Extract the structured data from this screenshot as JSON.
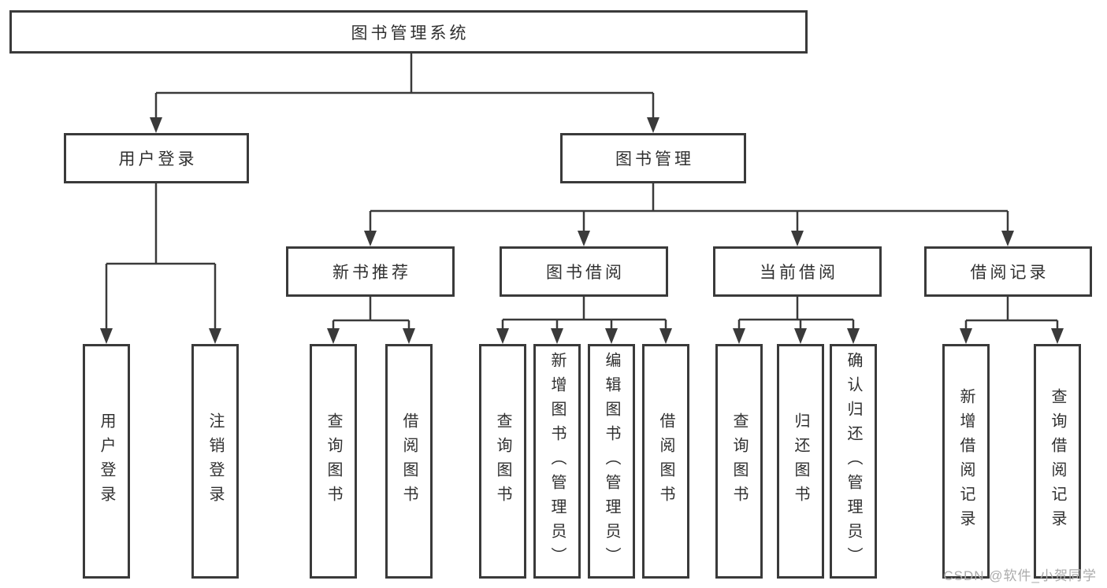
{
  "colors": {
    "line": "#3a3a3a",
    "box_border": "#3a3a3a",
    "box_fill": "#ffffff",
    "text": "#303030",
    "watermark": "#ababab",
    "background": "#ffffff"
  },
  "tree": {
    "root": {
      "label": "图书管理系统"
    },
    "branches": [
      {
        "label": "用户登录",
        "leaves": [
          {
            "label": "用户登录"
          },
          {
            "label": "注销登录"
          }
        ]
      },
      {
        "label": "图书管理",
        "groups": [
          {
            "label": "新书推荐",
            "leaves": [
              {
                "label": "查询图书"
              },
              {
                "label": "借阅图书"
              }
            ]
          },
          {
            "label": "图书借阅",
            "leaves": [
              {
                "label": "查询图书"
              },
              {
                "label": "新增图书（管理员）"
              },
              {
                "label": "编辑图书（管理员）"
              },
              {
                "label": "借阅图书"
              }
            ]
          },
          {
            "label": "当前借阅",
            "leaves": [
              {
                "label": "查询图书"
              },
              {
                "label": "归还图书"
              },
              {
                "label": "确认归还（管理员）"
              }
            ]
          },
          {
            "label": "借阅记录",
            "leaves": [
              {
                "label": "新增借阅记录"
              },
              {
                "label": "查询借阅记录"
              }
            ]
          }
        ]
      }
    ]
  },
  "watermark": {
    "text": "CSDN @软件_小贺同学"
  }
}
